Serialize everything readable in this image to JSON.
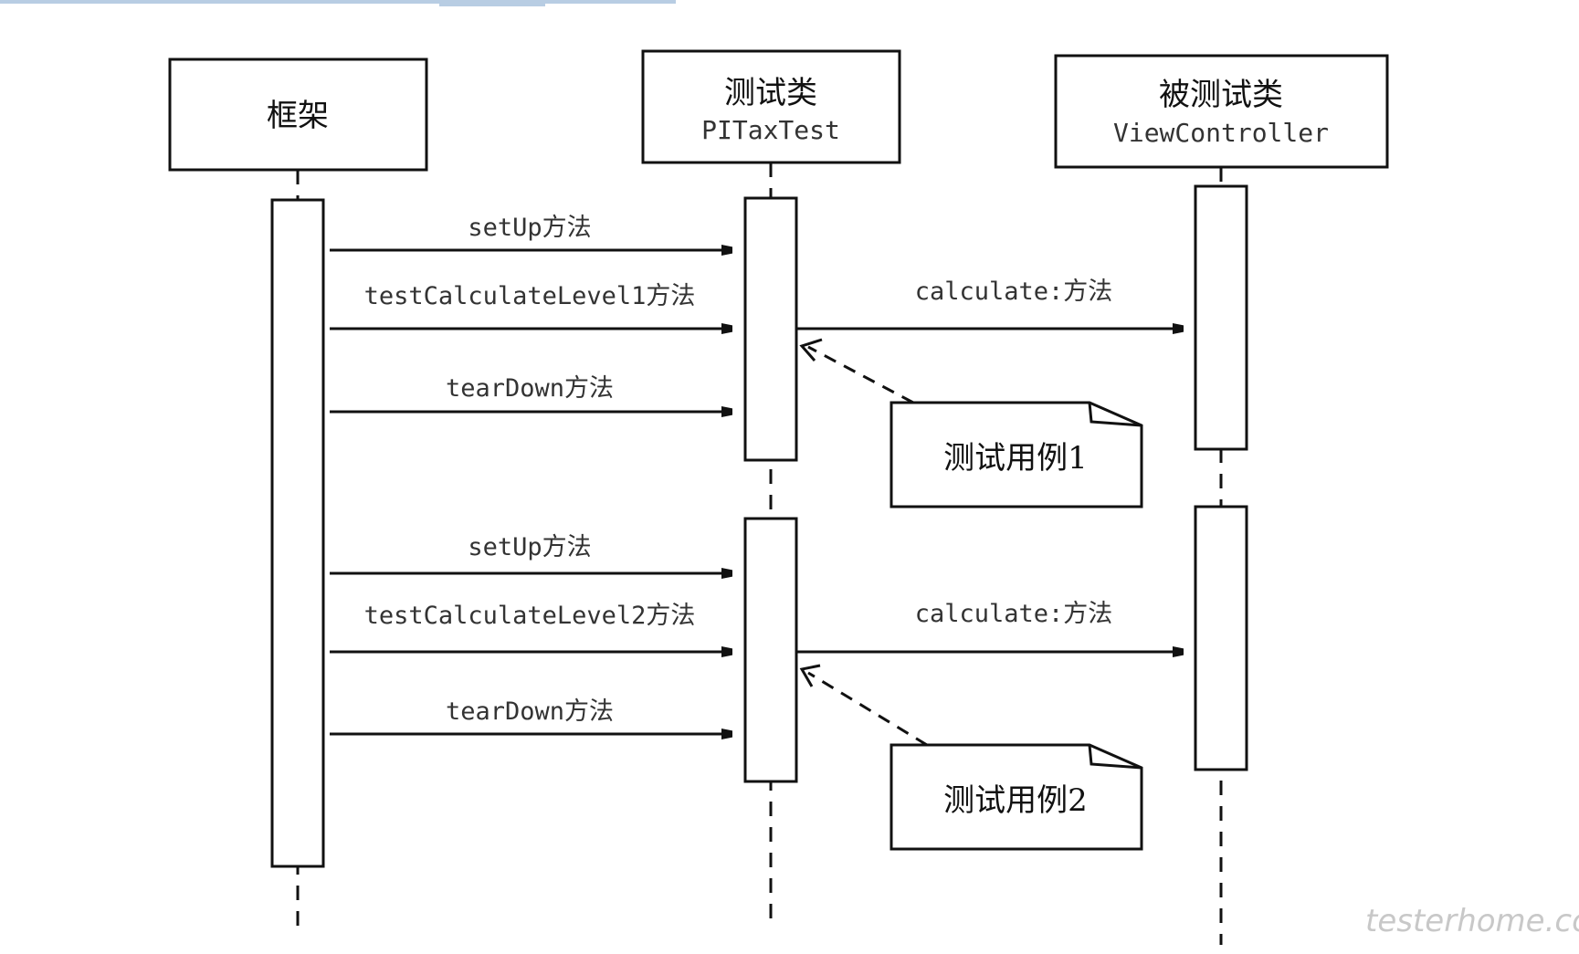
{
  "participants": {
    "framework": {
      "title": "框架",
      "subtitle": ""
    },
    "test_class": {
      "title": "测试类",
      "subtitle": "PITaxTest"
    },
    "tested_class": {
      "title": "被测试类",
      "subtitle": "ViewController"
    }
  },
  "messages": {
    "m1": "setUp方法",
    "m2": "testCalculateLevel1方法",
    "m3": "calculate:方法",
    "m4": "tearDown方法",
    "m5": "setUp方法",
    "m6": "testCalculateLevel2方法",
    "m7": "calculate:方法",
    "m8": "tearDown方法"
  },
  "notes": {
    "n1": "测试用例1",
    "n2": "测试用例2"
  },
  "watermark": "testerhome.com"
}
